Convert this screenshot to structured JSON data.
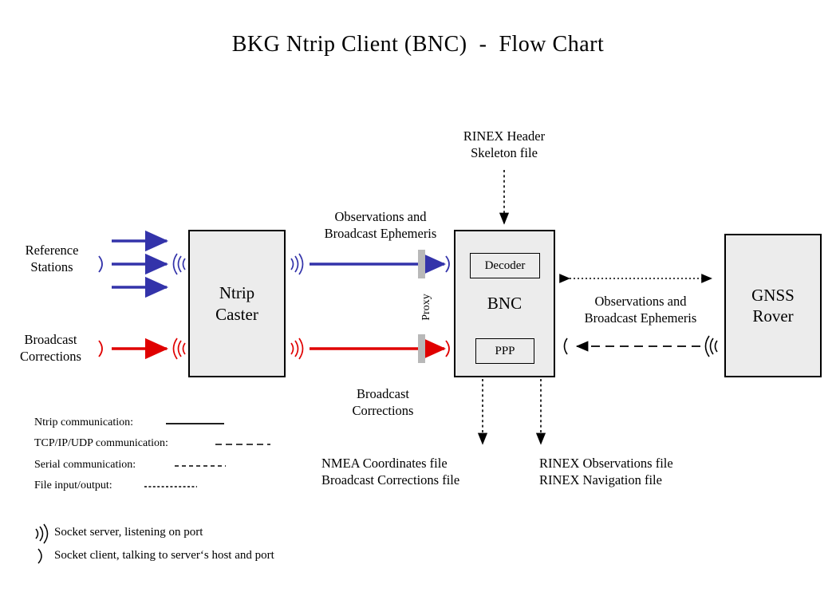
{
  "title": "BKG Ntrip Client (BNC)  -  Flow Chart",
  "colors": {
    "ntrip_blue": "#3333aa",
    "correction_red": "#e00000",
    "box_fill": "#ececec",
    "box_border": "#000000",
    "proxy_bar": "#b8b8b8",
    "text": "#000000"
  },
  "nodes": {
    "ntrip_caster": {
      "label": "Ntrip\nCaster"
    },
    "bnc": {
      "label": "BNC",
      "decoder": "Decoder",
      "ppp": "PPP"
    },
    "gnss_rover": {
      "label": "GNSS\nRover"
    }
  },
  "labels": {
    "reference_stations": "Reference\nStations",
    "broadcast_corrections_left": "Broadcast\nCorrections",
    "observations_ephemeris_top": "Observations and\nBroadcast Ephemeris",
    "broadcast_corrections_mid": "Broadcast\nCorrections",
    "rinex_header_skeleton": "RINEX Header\nSkeleton file",
    "observations_ephemeris_right": "Observations and\nBroadcast Ephemeris",
    "proxy": "Proxy",
    "nmea_outputs": "NMEA Coordinates file\nBroadcast Corrections file",
    "rinex_outputs": "RINEX Observations file\nRINEX Navigation file"
  },
  "legend": {
    "lines": [
      {
        "name": "Ntrip communication:",
        "style": "solid"
      },
      {
        "name": "TCP/IP/UDP communication:",
        "style": "long-dash"
      },
      {
        "name": "Serial communication:",
        "style": "dash-dot"
      },
      {
        "name": "File input/output:",
        "style": "dotted"
      }
    ],
    "sockets": [
      {
        "icon": "socket-server-icon",
        "text": "Socket server, listening on port"
      },
      {
        "icon": "socket-client-icon",
        "text": "Socket client, talking to server‘s host and port"
      }
    ]
  }
}
